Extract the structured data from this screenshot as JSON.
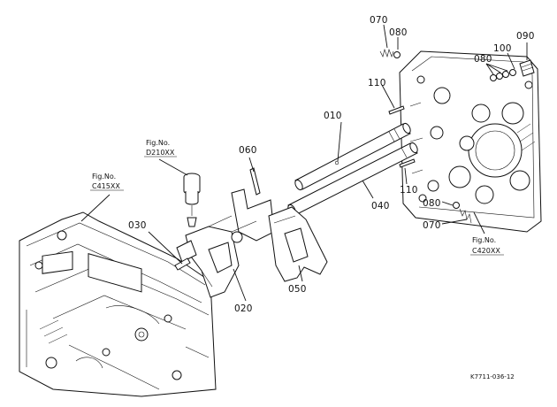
{
  "callouts": {
    "p010": "010",
    "p020": "020",
    "p030": "030",
    "p040": "040",
    "p050": "050",
    "p060": "060",
    "p070a": "070",
    "p070b": "070",
    "p080a": "080",
    "p080b": "080",
    "p080c": "080",
    "p090": "090",
    "p100": "100",
    "p110a": "110",
    "p110b": "110"
  },
  "figrefs": {
    "d210_line1": "Fig.No.",
    "d210_line2": "D210XX",
    "c415_line1": "Fig.No.",
    "c415_line2": "C415XX",
    "c420_line1": "Fig.No.",
    "c420_line2": "C420XX"
  },
  "drawing_code": "K7711-036-12"
}
